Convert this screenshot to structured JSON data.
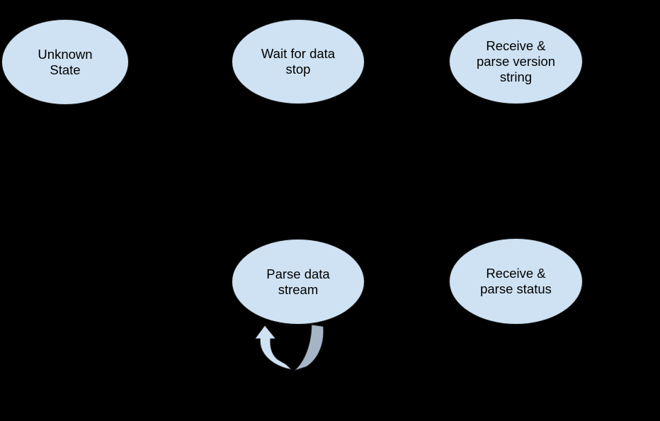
{
  "diagram": {
    "type": "state-diagram",
    "nodes": [
      {
        "id": "unknown-state",
        "label": "Unknown\nState"
      },
      {
        "id": "wait-for-data-stop",
        "label": "Wait for data\nstop"
      },
      {
        "id": "receive-parse-version-string",
        "label": "Receive &\nparse version\nstring"
      },
      {
        "id": "parse-data-stream",
        "label": "Parse data\nstream"
      },
      {
        "id": "receive-parse-status",
        "label": "Receive &\nparse status"
      }
    ],
    "edges": [
      {
        "from": "parse-data-stream",
        "to": "parse-data-stream",
        "type": "self-loop"
      }
    ],
    "colors": {
      "background": "#000000",
      "node_fill": "#cfe2f3",
      "node_border": "#1a1a1a",
      "text": "#000000",
      "self_loop_front": "#cfe2f3",
      "self_loop_side": "#a6b5c6"
    }
  }
}
